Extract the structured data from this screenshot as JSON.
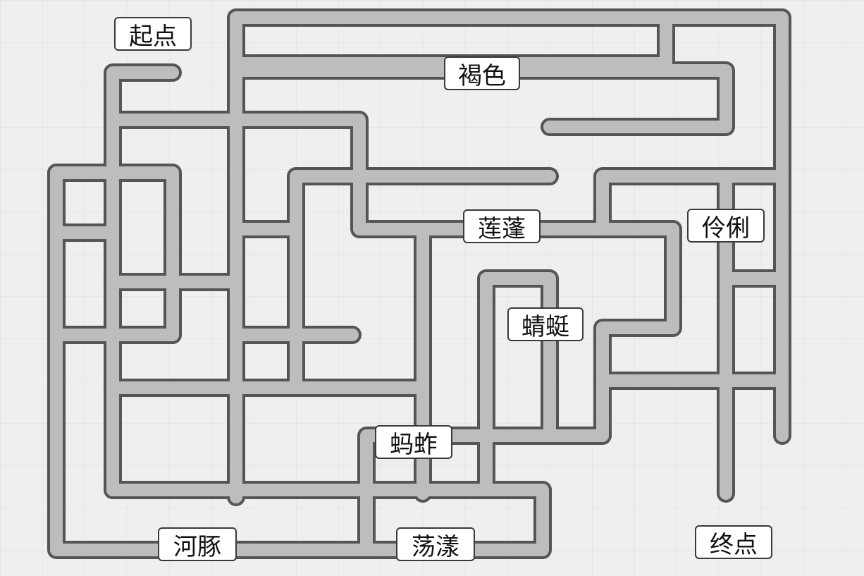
{
  "puzzle": {
    "start_label": "起点",
    "end_label": "终点",
    "words": {
      "hese": "褐色",
      "lianpeng": "莲蓬",
      "lingli": "伶俐",
      "qingting": "蜻蜓",
      "mazha": "蚂蚱",
      "hetun": "河豚",
      "dangyang": "荡漾"
    }
  },
  "colors": {
    "path_outline": "#555555",
    "path_fill": "#bdbdbd",
    "paper": "#efefef",
    "grid": "#dcdcdc"
  }
}
